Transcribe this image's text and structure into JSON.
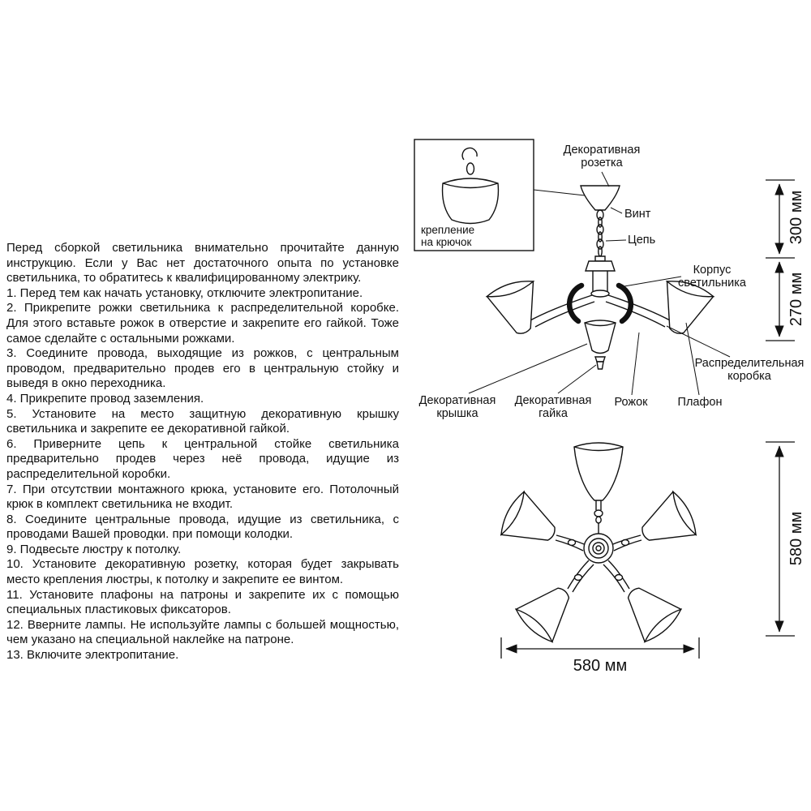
{
  "instructions": {
    "intro": "Перед сборкой светильника внимательно прочитайте данную инструкцию. Если у Вас нет достаточного опыта по установке светильника, то обратитесь к квалифицированному электрику.",
    "steps": [
      "1. Перед тем как начать установку, отключите электропитание.",
      "2. Прикрепите рожки светильника к распределительной коробке. Для этого вставьте рожок в отверстие и закрепите его гайкой. Тоже самое сделайте с остальными рожками.",
      "3. Соедините провода, выходящие из рожков, с центральным проводом, предварительно продев его в центральную стойку и выведя в окно переходника.",
      "4. Прикрепите провод заземления.",
      "5. Установите на место защитную декоративную крышку светильника и закрепите ее декоративной гайкой.",
      "6. Приверните цепь к центральной стойке светильника предварительно продев через неё провода, идущие из распределительной коробки.",
      "7. При отсутствии монтажного крюка, установите его. Потолочный крюк в комплект светильника не входит.",
      "8. Соедините центральные провода, идущие из светильника, с проводами Вашей проводки. при помощи колодки.",
      "9. Подвесьте люстру к потолку.",
      "10. Установите декоративную розетку, которая будет закрывать место крепления люстры, к потолку и закрепите ее винтом.",
      "11. Установите плафоны на патроны и закрепите их с помощью специальных пластиковых фиксаторов.",
      "12. Вверните лампы. Не используйте лампы с большей мощностью, чем указано на специальной наклейке на патроне.",
      "13. Включите электропитание."
    ]
  },
  "diagram": {
    "inset_caption": "крепление\nна крючок",
    "labels": {
      "rosette": "Декоративная\nрозетка",
      "screw": "Винт",
      "chain": "Цепь",
      "body": "Корпус\nсветильника",
      "junction_box": "Распределительная\nкоробка",
      "cover": "Декоративная\nкрышка",
      "nut": "Декоративная\nгайка",
      "horn": "Рожок",
      "shade": "Плафон"
    },
    "dimensions": {
      "top": "300 мм",
      "middle": "270 мм",
      "side": "580 мм",
      "bottom": "580 мм"
    }
  }
}
